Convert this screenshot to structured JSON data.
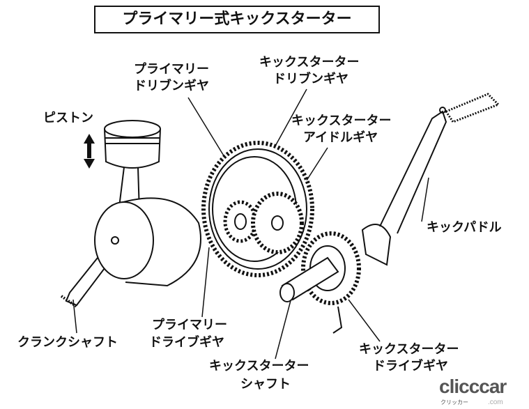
{
  "title": "プライマリー式キックスターター",
  "labels": {
    "piston": "ピストン",
    "primary_driven_1": "プライマリー",
    "primary_driven_2": "ドリブンギヤ",
    "kick_driven_1": "キックスターター",
    "kick_driven_2": "ドリブンギヤ",
    "kick_idle_1": "キックスターター",
    "kick_idle_2": "アイドルギヤ",
    "kick_pedal": "キックパドル",
    "crankshaft": "クランクシャフト",
    "primary_drive_1": "プライマリー",
    "primary_drive_2": "ドライブギヤ",
    "kick_shaft_1": "キックスターター",
    "kick_shaft_2": "シャフト",
    "kick_drive_1": "キックスターター",
    "kick_drive_2": "ドライブギヤ"
  },
  "logo": {
    "text": "clicccar",
    "sub": "クリッカー",
    "domain": ".com"
  }
}
